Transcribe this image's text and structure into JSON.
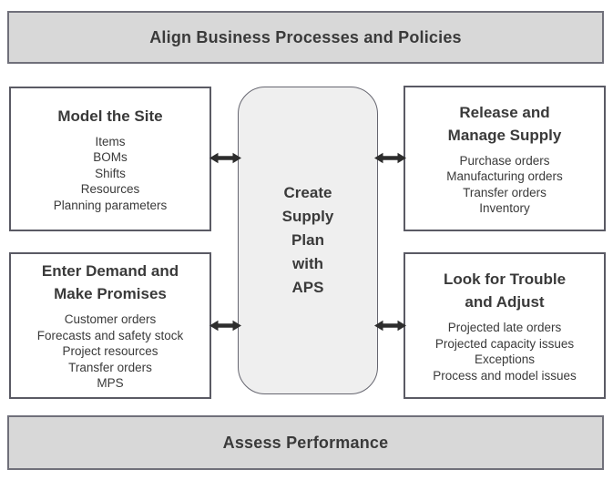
{
  "colors": {
    "banner-bg": "#d8d8d8",
    "banner-border": "#70707a",
    "box-border": "#5a5a64",
    "center-bg": "#efefef",
    "center-border": "#666670",
    "text": "#3a3a3a",
    "arrow": "#2d2d2d",
    "page-bg": "#ffffff"
  },
  "top_banner": {
    "label": "Align Business Processes and Policies"
  },
  "bottom_banner": {
    "label": "Assess Performance"
  },
  "center_node": {
    "lines": [
      "Create",
      "Supply",
      "Plan",
      "with",
      "APS"
    ]
  },
  "boxes": {
    "model_site": {
      "title_lines": [
        "Model the Site"
      ],
      "items": [
        "Items",
        "BOMs",
        "Shifts",
        "Resources",
        "Planning parameters"
      ]
    },
    "release_supply": {
      "title_lines": [
        "Release and",
        "Manage Supply"
      ],
      "items": [
        "Purchase orders",
        "Manufacturing orders",
        "Transfer orders",
        "Inventory"
      ]
    },
    "enter_demand": {
      "title_lines": [
        "Enter Demand and",
        "Make Promises"
      ],
      "items": [
        "Customer orders",
        "Forecasts and safety stock",
        "Project resources",
        "Transfer orders",
        "MPS"
      ]
    },
    "look_trouble": {
      "title_lines": [
        "Look for Trouble",
        "and Adjust"
      ],
      "items": [
        "Projected late orders",
        "Projected capacity issues",
        "Exceptions",
        "Process and model issues"
      ]
    }
  }
}
